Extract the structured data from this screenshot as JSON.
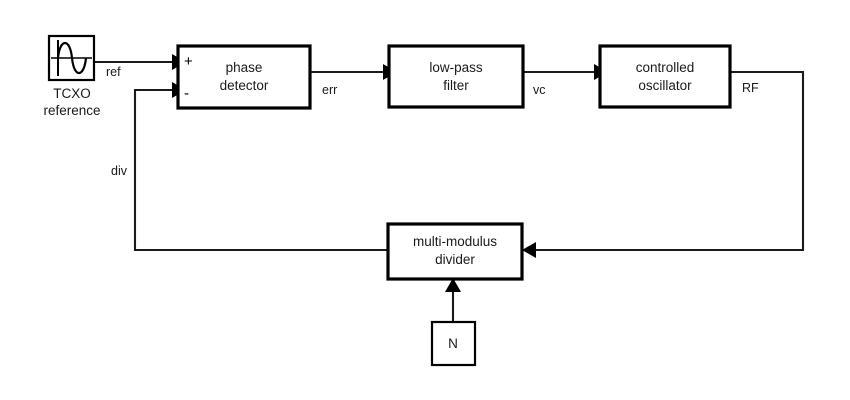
{
  "diagram": {
    "title": "phase-locked-loop-block-diagram",
    "colors": {
      "background": "#ffffff",
      "line": "#1a1a1a",
      "text": "#1a1a1a",
      "box_fill": "#ffffff"
    },
    "source": {
      "icon": "sine-wave-icon",
      "label_line1": "TCXO",
      "label_line2": "reference"
    },
    "blocks": [
      {
        "id": "phase-detector",
        "line1": "phase",
        "line2": "detector"
      },
      {
        "id": "low-pass-filter",
        "line1": "low-pass",
        "line2": "filter"
      },
      {
        "id": "controlled-oscillator",
        "line1": "controlled",
        "line2": "oscillator"
      },
      {
        "id": "multi-modulus-divider",
        "line1": "multi-modulus",
        "line2": "divider"
      },
      {
        "id": "n-value",
        "line1": "N",
        "line2": ""
      }
    ],
    "ports": {
      "plus": "+",
      "minus": "-"
    },
    "signals": [
      {
        "id": "ref",
        "label": "ref"
      },
      {
        "id": "err",
        "label": "err"
      },
      {
        "id": "vc",
        "label": "vc"
      },
      {
        "id": "rf",
        "label": "RF"
      },
      {
        "id": "div",
        "label": "div"
      }
    ]
  }
}
